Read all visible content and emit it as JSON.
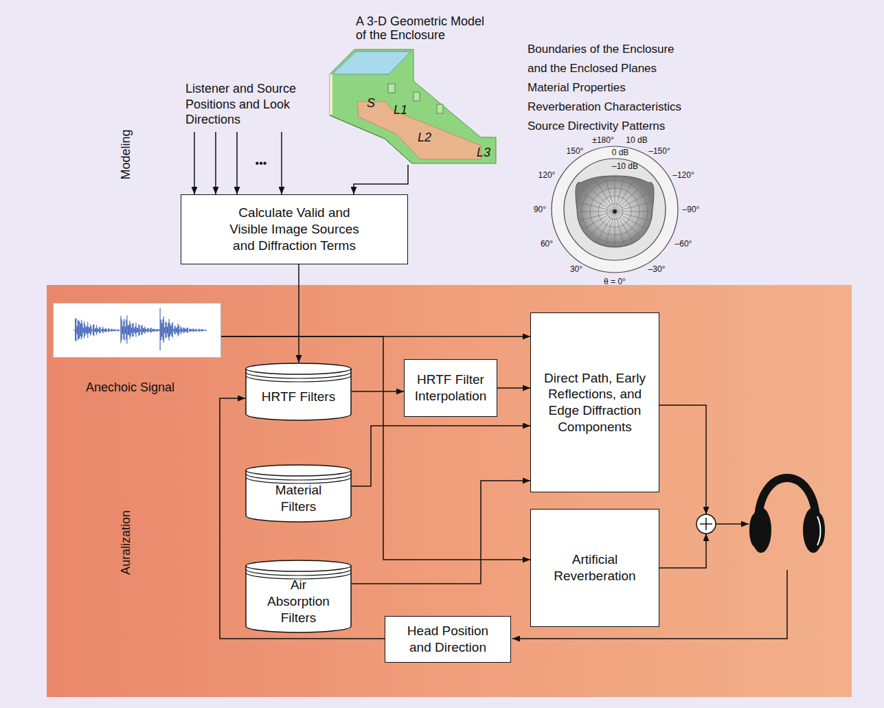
{
  "diagram": {
    "nodes": [
      {
        "text": [
          "A 3-D Geometric Model of the Enclosure"
        ]
      },
      {
        "text": [
          "Calculate Valid and Visible Image Sources and Diffraction Terms"
        ]
      },
      {
        "text": [
          "Auralization"
        ]
      },
      {
        "text": [
          "Anechoic Signal"
        ],
        "in": 2
      },
      {
        "text": [
          "HRTF Filters"
        ],
        "in": 2
      },
      {
        "text": [
          "HRTF Filter Interpolation"
        ],
        "in": 2
      },
      {
        "text": [
          "Direct Path, Early Reflections, and Edge Diffraction Components"
        ],
        "in": 2
      },
      {
        "text": [
          "Material Filters"
        ],
        "in": 2
      },
      {
        "text": [
          "Artificial Reverberation"
        ],
        "in": 2
      },
      {
        "text": [
          "Air Absorption Filters"
        ],
        "in": 2
      },
      {
        "text": [
          "Head Position and Direction"
        ],
        "in": 2
      }
    ],
    "edges": [
      {
        "from": 0,
        "to": 1,
        "arrow": "to"
      },
      {
        "from": 1,
        "to": 4,
        "arrow": "to"
      },
      {
        "from": 3,
        "to": 6,
        "arrow": "to"
      },
      {
        "from": 3,
        "to": 8,
        "arrow": "to"
      },
      {
        "from": 4,
        "to": 5,
        "arrow": "to"
      },
      {
        "from": 5,
        "to": 6,
        "arrow": "to"
      },
      {
        "from": 7,
        "to": 6,
        "arrow": "to"
      },
      {
        "from": 9,
        "to": 6,
        "arrow": "to"
      },
      {
        "from": 10,
        "to": 4,
        "arrow": "to"
      }
    ],
    "labels": [
      "Modeling",
      "Listener and Source Positions and Look Directions",
      "•••",
      "S",
      "L1",
      "L2",
      "L3",
      "Boundaries of the Enclosure and the Enclosed Planes",
      "Material Properties",
      "Reverberation Characteristics",
      "Source Directivity Patterns",
      "±180°",
      "10 dB",
      "150°",
      "–150°",
      "0 dB",
      "120°",
      "–120°",
      "–10 dB",
      "90°",
      "–90°",
      "60°",
      "–60°",
      "30°",
      "–30°",
      "θ = 0°"
    ]
  }
}
